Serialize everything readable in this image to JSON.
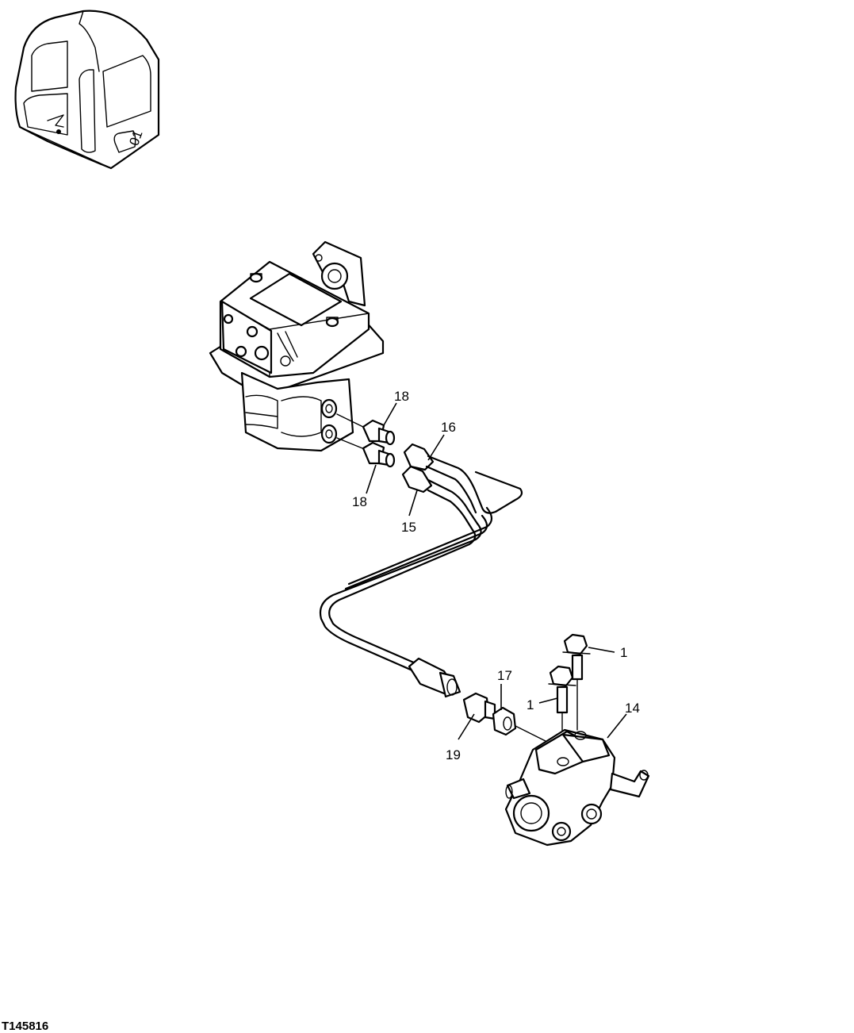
{
  "figure_id": "T145816",
  "callouts": {
    "c1a": "1",
    "c1b": "1",
    "c14": "14",
    "c15": "15",
    "c16": "16",
    "c17": "17",
    "c18a": "18",
    "c18b": "18",
    "c19": "19"
  },
  "cab_icon": {
    "badge_text": "01"
  }
}
